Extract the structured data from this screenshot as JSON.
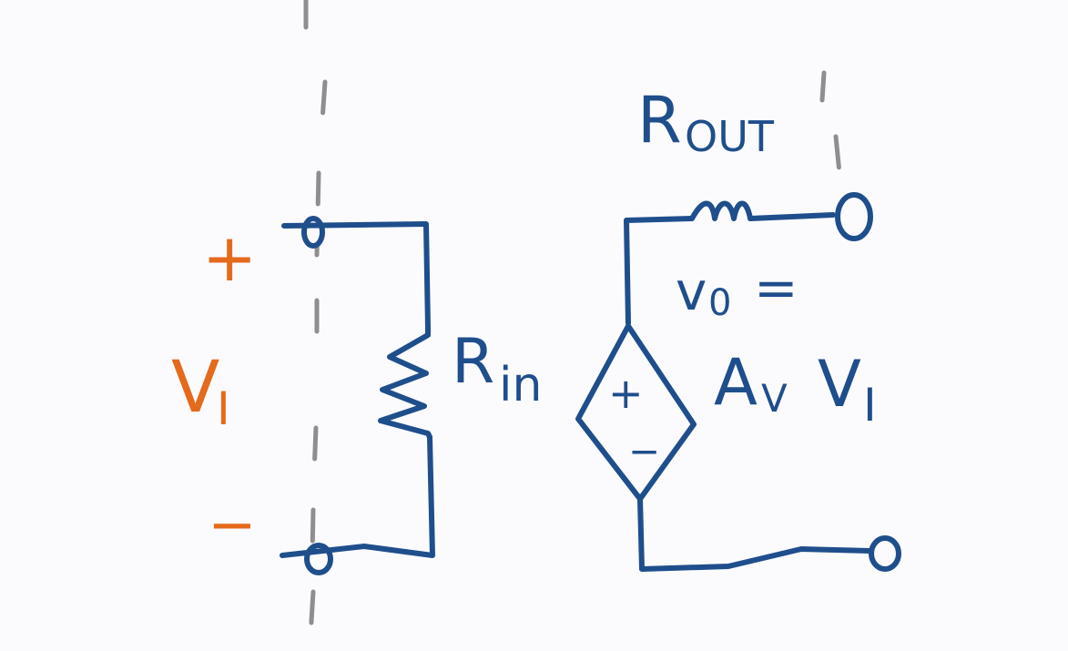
{
  "diagram": {
    "labels": {
      "input_plus": "+",
      "input_minus": "−",
      "input_voltage_main": "V",
      "input_voltage_sub": "I",
      "input_resistor": "R",
      "input_resistor_sub": "in",
      "output_resistor_main": "R",
      "output_resistor_sub": "OUT",
      "output_voltage_main": "v",
      "output_voltage_sub": "0",
      "output_voltage_eq": "=",
      "gain_main": "A",
      "gain_sub": "V",
      "gain_var_main": "V",
      "gain_var_sub": "I",
      "source_plus": "+",
      "source_minus": "−"
    },
    "colors": {
      "wire": "#1f4e8c",
      "input_labels": "#e46a1c",
      "boundary": "#8e8e8e",
      "background": "#fbfbfd"
    }
  }
}
